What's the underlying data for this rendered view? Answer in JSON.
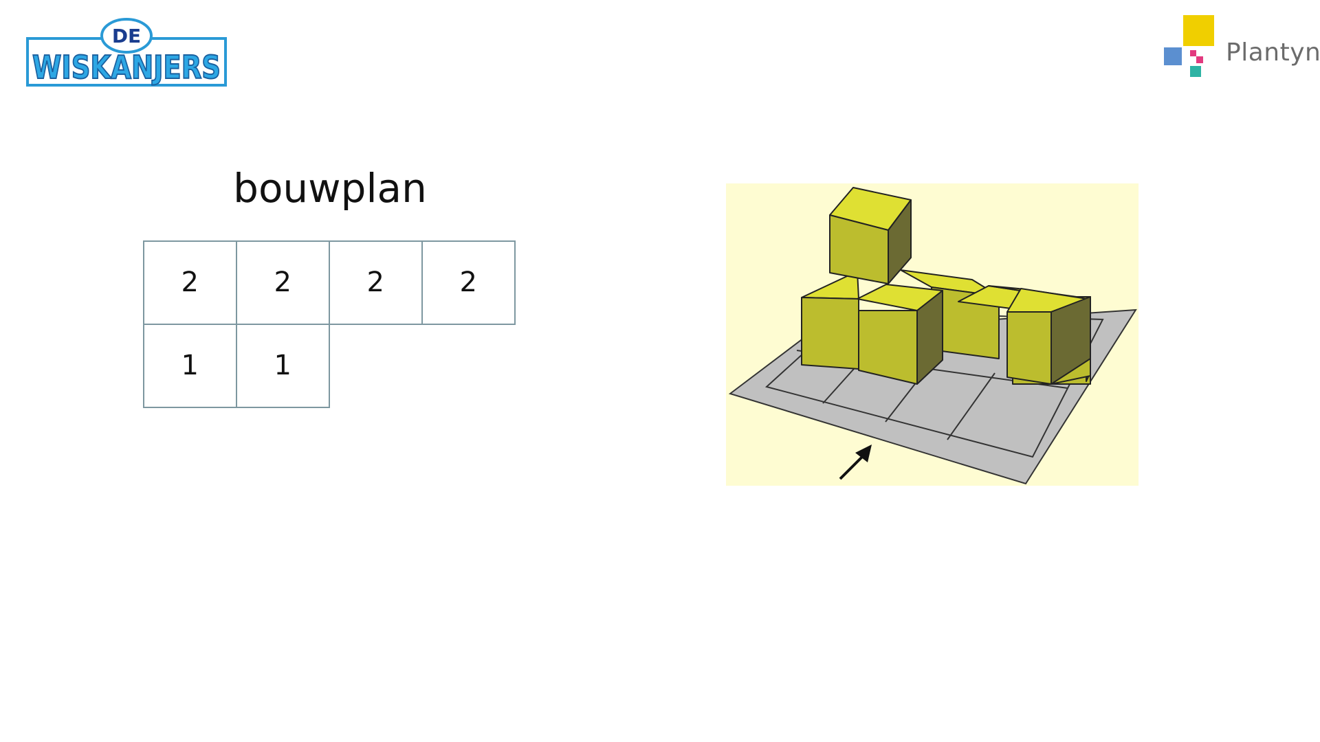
{
  "header": {
    "brand_left": "DE WISKANJERS",
    "brand_right": "Plantyn",
    "brand_left_logo_lines": [
      "DE",
      "WISKANJERS"
    ]
  },
  "main": {
    "title": "bouwplan",
    "plan_rows": [
      [
        "2",
        "2",
        "2",
        "2"
      ],
      [
        "1",
        "1",
        "",
        ""
      ]
    ],
    "illustration": {
      "icon": "arrow-icon",
      "colors": {
        "background": "#fefcd2",
        "cube_top": "#dfe033",
        "cube_front": "#bcbd2e",
        "cube_side": "#6b6a33",
        "board": "#c0c0c0"
      }
    }
  }
}
